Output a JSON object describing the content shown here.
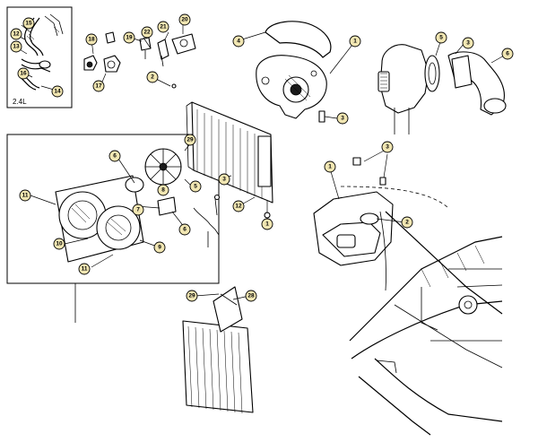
{
  "inset": {
    "engine_label": "2.4L"
  },
  "callout_style": {
    "fill": "#f1e6b2",
    "stroke": "#000000"
  },
  "callouts": [
    {
      "id": "c15",
      "label": "15"
    },
    {
      "id": "c12a",
      "label": "12"
    },
    {
      "id": "c13",
      "label": "13"
    },
    {
      "id": "c16",
      "label": "16"
    },
    {
      "id": "c14",
      "label": "14"
    },
    {
      "id": "c18",
      "label": "18"
    },
    {
      "id": "c19",
      "label": "19"
    },
    {
      "id": "c17",
      "label": "17"
    },
    {
      "id": "c22",
      "label": "22"
    },
    {
      "id": "c21",
      "label": "21"
    },
    {
      "id": "c20a",
      "label": "20"
    },
    {
      "id": "c2a",
      "label": "2"
    },
    {
      "id": "c4",
      "label": "4"
    },
    {
      "id": "c1a",
      "label": "1"
    },
    {
      "id": "c5",
      "label": "5"
    },
    {
      "id": "c3a",
      "label": "3"
    },
    {
      "id": "c6a",
      "label": "6"
    },
    {
      "id": "c3b",
      "label": "3"
    },
    {
      "id": "c29a",
      "label": "29"
    },
    {
      "id": "c6b",
      "label": "6"
    },
    {
      "id": "c7",
      "label": "7"
    },
    {
      "id": "c8",
      "label": "8"
    },
    {
      "id": "c11a",
      "label": "11"
    },
    {
      "id": "c3c",
      "label": "3"
    },
    {
      "id": "c5b",
      "label": "5"
    },
    {
      "id": "c12b",
      "label": "12"
    },
    {
      "id": "c1b",
      "label": "1"
    },
    {
      "id": "c6c",
      "label": "6"
    },
    {
      "id": "c10",
      "label": "10"
    },
    {
      "id": "c9",
      "label": "9"
    },
    {
      "id": "c11b",
      "label": "11"
    },
    {
      "id": "c3d",
      "label": "3"
    },
    {
      "id": "c1c",
      "label": "1"
    },
    {
      "id": "c2b",
      "label": "2"
    },
    {
      "id": "c29b",
      "label": "29"
    },
    {
      "id": "c28",
      "label": "28"
    }
  ]
}
